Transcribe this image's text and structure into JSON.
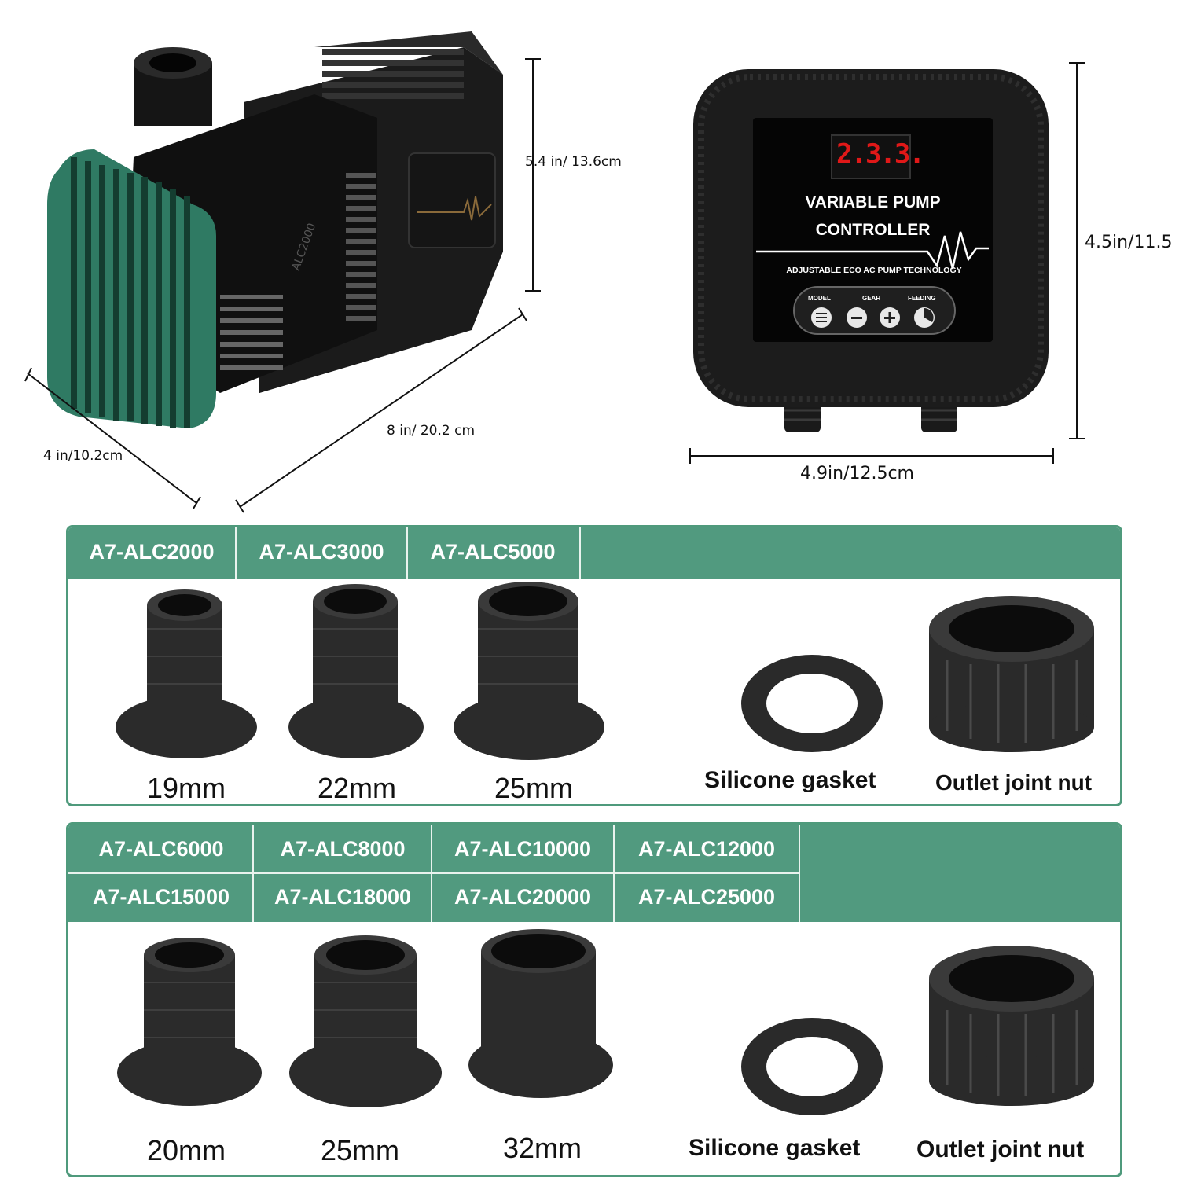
{
  "pump": {
    "model_label": "ALC2000",
    "dims": {
      "height": "5.4 in/ 13.6cm",
      "length": "8 in/ 20.2 cm",
      "width": "4 in/10.2cm"
    }
  },
  "controller": {
    "display": "2.3.3.",
    "title_line1": "VARIABLE PUMP",
    "title_line2": "CONTROLLER",
    "tagline": "ADJUSTABLE ECO AC PUMP TECHNOLOGY",
    "buttons": {
      "model": "MODEL",
      "gear": "GEAR",
      "feeding": "FEEDING"
    },
    "dims": {
      "height": "4.5in/11.5",
      "width": "4.9in/12.5cm"
    }
  },
  "panel1": {
    "models": [
      "A7-ALC2000",
      "A7-ALC3000",
      "A7-ALC5000"
    ],
    "sizes": [
      "19mm",
      "22mm",
      "25mm"
    ],
    "gasket_label": "Silicone gasket",
    "nut_label": "Outlet joint nut"
  },
  "panel2": {
    "models_row1": [
      "A7-ALC6000",
      "A7-ALC8000",
      "A7-ALC10000",
      "A7-ALC12000"
    ],
    "models_row2": [
      "A7-ALC15000",
      "A7-ALC18000",
      "A7-ALC20000",
      "A7-ALC25000"
    ],
    "sizes": [
      "20mm",
      "25mm",
      "32mm"
    ],
    "gasket_label": "Silicone gasket",
    "nut_label": "Outlet joint nut"
  },
  "colors": {
    "accent_green": "#519a7f",
    "pump_green": "#2f7a63",
    "display_red": "#e01818"
  }
}
